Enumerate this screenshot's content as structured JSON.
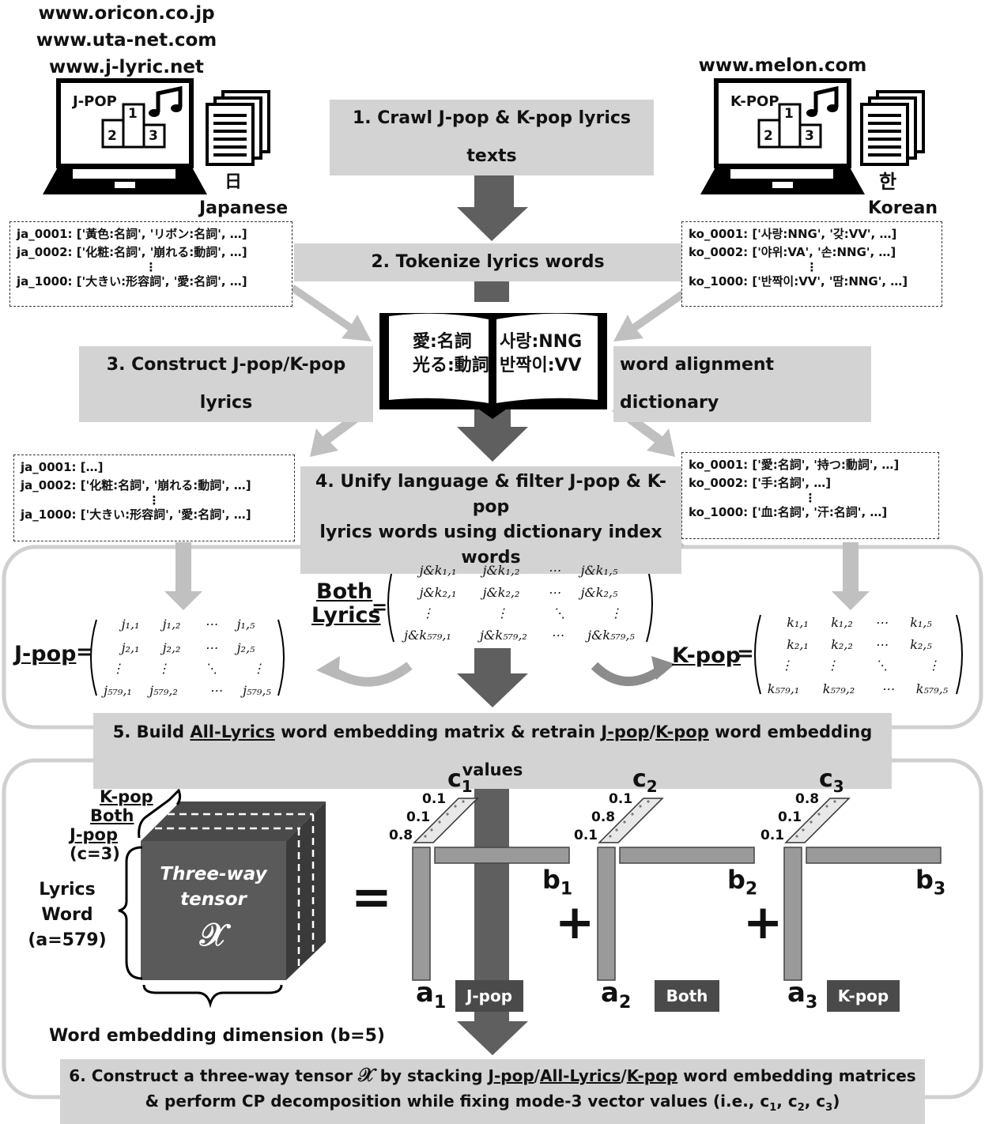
{
  "sources": {
    "japanese_urls": [
      "www.oricon.co.jp",
      "www.uta-net.com",
      "www.j-lyric.net"
    ],
    "korean_url": "www.melon.com",
    "jpop_label": "J-POP",
    "kpop_label": "K-POP",
    "rank_numbers": [
      "1",
      "2",
      "3"
    ],
    "japanese_char": "日",
    "korean_char": "한",
    "japanese_label": "Japanese",
    "korean_label": "Korean"
  },
  "steps": {
    "s1": "1. Crawl J-pop & K-pop lyrics texts",
    "s2": "2. Tokenize lyrics words",
    "s3_left": "3. Construct J-pop/K-pop lyrics",
    "s3_right": "word alignment dictionary",
    "s4_line1": "4. Unify language & filter J-pop & K-pop",
    "s4_line2": "lyrics words using dictionary index words",
    "s5_a": "5. Build ",
    "s5_b": "All-Lyrics",
    "s5_c": " word embedding matrix & retrain ",
    "s5_d": "J-pop",
    "s5_e": "/",
    "s5_f": "K-pop",
    "s5_g": " word embedding values",
    "s6_a": "6. Construct a three-way tensor ",
    "s6_x": "𝒳",
    "s6_b": " by stacking ",
    "s6_c": "J-pop",
    "s6_d": "/",
    "s6_e": "All-Lyrics",
    "s6_f": "/",
    "s6_g": "K-pop",
    "s6_h": " word embedding matrices",
    "s6_line2": "& perform CP decomposition while fixing mode-3 vector values (i.e., c",
    "s6_sub1": "1",
    "s6_sep1": ", c",
    "s6_sub2": "2",
    "s6_sep2": ", c",
    "s6_sub3": "3",
    "s6_end": ")"
  },
  "tokens": {
    "ja": [
      "ja_0001: ['黃色:名詞', 'リボン:名詞', …]",
      "ja_0002: ['化粧:名詞', '崩れる:動詞', …]",
      "⋮",
      "ja_1000: ['大きい:形容詞', '愛:名詞', …]"
    ],
    "ko": [
      "ko_0001: ['사랑:NNG', '갖:VV', …]",
      "ko_0002: ['야위:VA', '손:NNG', …]",
      "⋮",
      "ko_1000: ['반짝이:VV', '땀:NNG', …]"
    ]
  },
  "dictionary": {
    "left": [
      "愛:名詞",
      "光る:動詞"
    ],
    "right": [
      "사랑:NNG",
      "반짝이:VV"
    ]
  },
  "filtered": {
    "ja": [
      "ja_0001: […]",
      "ja_0002: ['化粧:名詞', '崩れる:動詞', …]",
      "⋮",
      "ja_1000: ['大きい:形容詞', '愛:名詞', …]"
    ],
    "ko": [
      "ko_0001: ['愛:名詞', '持つ:動詞', …]",
      "ko_0002: ['手:名詞', …]",
      "⋮",
      "ko_1000: ['血:名詞', '汗:名詞', …]"
    ]
  },
  "matrices": {
    "jpop_name": "J-pop",
    "both_name_1": "Both",
    "both_name_2": "Lyrics",
    "kpop_name": "K-pop",
    "eq": "=",
    "jpop": [
      [
        "j₁,₁",
        "j₁,₂",
        "⋯",
        "j₁,₅"
      ],
      [
        "j₂,₁",
        "j₂,₂",
        "⋯",
        "j₂,₅"
      ],
      [
        "⋮",
        "⋮",
        "⋱",
        "⋮"
      ],
      [
        "j₅₇₉,₁",
        "j₅₇₉,₂",
        "⋯",
        "j₅₇₉,₅"
      ]
    ],
    "both": [
      [
        "j&k₁,₁",
        "j&k₁,₂",
        "⋯",
        "j&k₁,₅"
      ],
      [
        "j&k₂,₁",
        "j&k₂,₂",
        "⋯",
        "j&k₂,₅"
      ],
      [
        "⋮",
        "⋮",
        "⋱",
        "⋮"
      ],
      [
        "j&k₅₇₉,₁",
        "j&k₅₇₉,₂",
        "⋯",
        "j&k₅₇₉,₅"
      ]
    ],
    "kpop": [
      [
        "k₁,₁",
        "k₁,₂",
        "⋯",
        "k₁,₅"
      ],
      [
        "k₂,₁",
        "k₂,₂",
        "⋯",
        "k₂,₅"
      ],
      [
        "⋮",
        "⋮",
        "⋱",
        "⋮"
      ],
      [
        "k₅₇₉,₁",
        "k₅₇₉,₂",
        "⋯",
        "k₅₇₉,₅"
      ]
    ]
  },
  "tensor": {
    "kpop": "K-pop",
    "both": "Both",
    "jpop": "J-pop",
    "c": "(c=3)",
    "lyrics": "Lyrics",
    "word": "Word",
    "a": "(a=579)",
    "title1": "Three-way",
    "title2": "tensor",
    "symbol": "𝒳",
    "bdim": "Word embedding dimension (b=5)",
    "equals": "=",
    "plus": "+"
  },
  "components": [
    {
      "c": "c",
      "c_sub": "1",
      "vals": [
        "0.1",
        "0.1",
        "0.8"
      ],
      "b": "b",
      "b_sub": "1",
      "a": "a",
      "a_sub": "1",
      "tag": "J-pop"
    },
    {
      "c": "c",
      "c_sub": "2",
      "vals": [
        "0.1",
        "0.8",
        "0.1"
      ],
      "b": "b",
      "b_sub": "2",
      "a": "a",
      "a_sub": "2",
      "tag": "Both"
    },
    {
      "c": "c",
      "c_sub": "3",
      "vals": [
        "0.8",
        "0.1",
        "0.1"
      ],
      "b": "b",
      "b_sub": "3",
      "a": "a",
      "a_sub": "3",
      "tag": "K-pop"
    }
  ],
  "colors": {
    "step_bg": "#d3d3d3",
    "arrow_dark": "#5f5f5f",
    "arrow_light": "#c0c0c0",
    "tensor": "#5a5a5a",
    "bar": "#9a9a9a"
  }
}
